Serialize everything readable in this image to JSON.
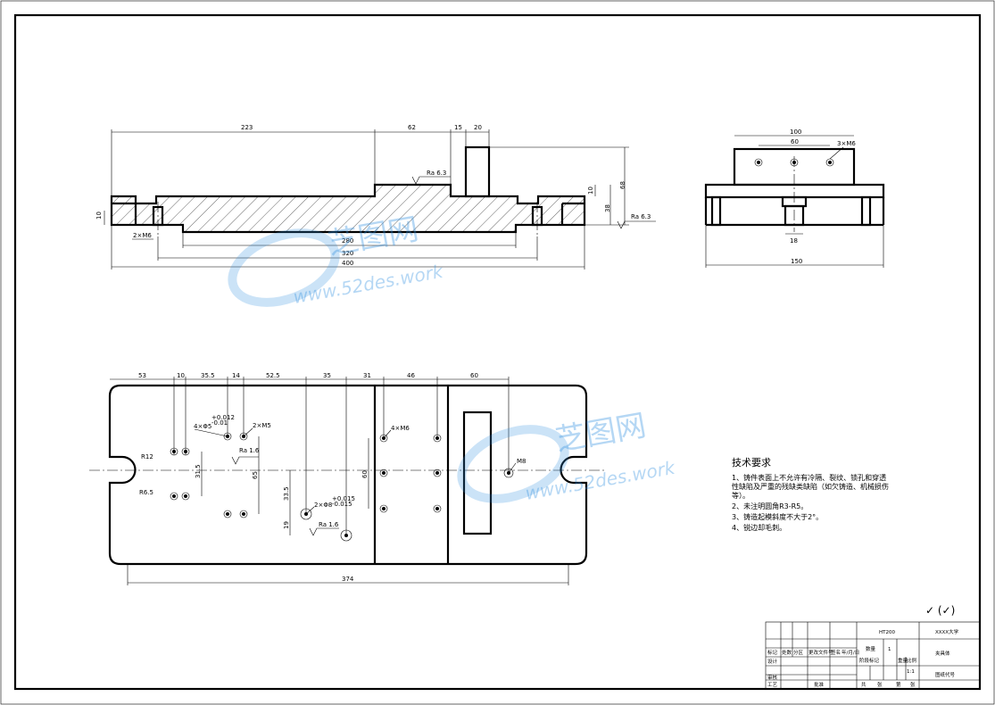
{
  "front_view": {
    "dims": {
      "d223": "223",
      "d62": "62",
      "d15": "15",
      "d20": "20",
      "d68": "68",
      "d38": "38",
      "d10a": "10",
      "d10b": "10",
      "d280": "280",
      "d320": "320",
      "d400": "400"
    },
    "thread_label": "2×M6",
    "roughness_top": "Ra 6.3",
    "roughness_right": "Ra 6.3"
  },
  "side_view": {
    "dims": {
      "d100": "100",
      "d60": "60",
      "d18": "18",
      "d150": "150"
    },
    "thread_label": "3×M6"
  },
  "top_view": {
    "dims": {
      "d53": "53",
      "d10": "10",
      "d35_5": "35.5",
      "d14": "14",
      "d52_5": "52.5",
      "d35": "35",
      "d31": "31",
      "d46": "46",
      "d60": "60",
      "d374": "374",
      "d31_5": "31.5",
      "d65": "65",
      "d60v": "60",
      "d33_5": "33.5",
      "d19": "19"
    },
    "labels": {
      "r12": "R12",
      "r6_5": "R6.5",
      "hole_4x5": "4×Φ5",
      "hole_4x5_tol": "+0.012",
      "hole_4x5_tol2": "-0.01",
      "m5": "2×M5",
      "ra16a": "Ra 1.6",
      "hole_2x8": "2×Φ8",
      "hole_2x8_tol": "+0.015",
      "hole_2x8_tol2": "-0.015",
      "ra16b": "Ra 1.6",
      "m6_4": "4×M6",
      "m8": "M8"
    }
  },
  "notes": {
    "title": "技术要求",
    "items": [
      "1、铸件表面上不允许有冷隔、裂纹、锁孔和穿透",
      "性缺陷及严重的残缺类缺陷（如欠铸造、机械损伤",
      "等）。",
      "2、未注明圆角R3-R5。",
      "3、铸造起模斜度不大于2°。",
      "4、锐边却毛刺。"
    ]
  },
  "roughness_general": "✓ (✓)",
  "title_block": {
    "material": "HT200",
    "org": "XXXX大学",
    "part_name": "夹具体",
    "drawing_no": "图纸代号",
    "qty_label": "数量",
    "qty": "1",
    "weight_label": "重量",
    "ratio_label": "比例",
    "ratio": "1:1",
    "stage_label": "阶段标记",
    "sheets_total": "共",
    "sheet": "张",
    "sheet_no": "第",
    "sheet_no2": "张",
    "mark": "标记",
    "count": "处数",
    "zone": "分区",
    "change_doc": "更改文件号",
    "sign": "签名",
    "date": "年/月/日",
    "design": "设计",
    "check": "审核",
    "process": "工艺",
    "approve": "批准"
  },
  "watermark": {
    "brand": "芝图网",
    "url": "www.52des.work"
  }
}
